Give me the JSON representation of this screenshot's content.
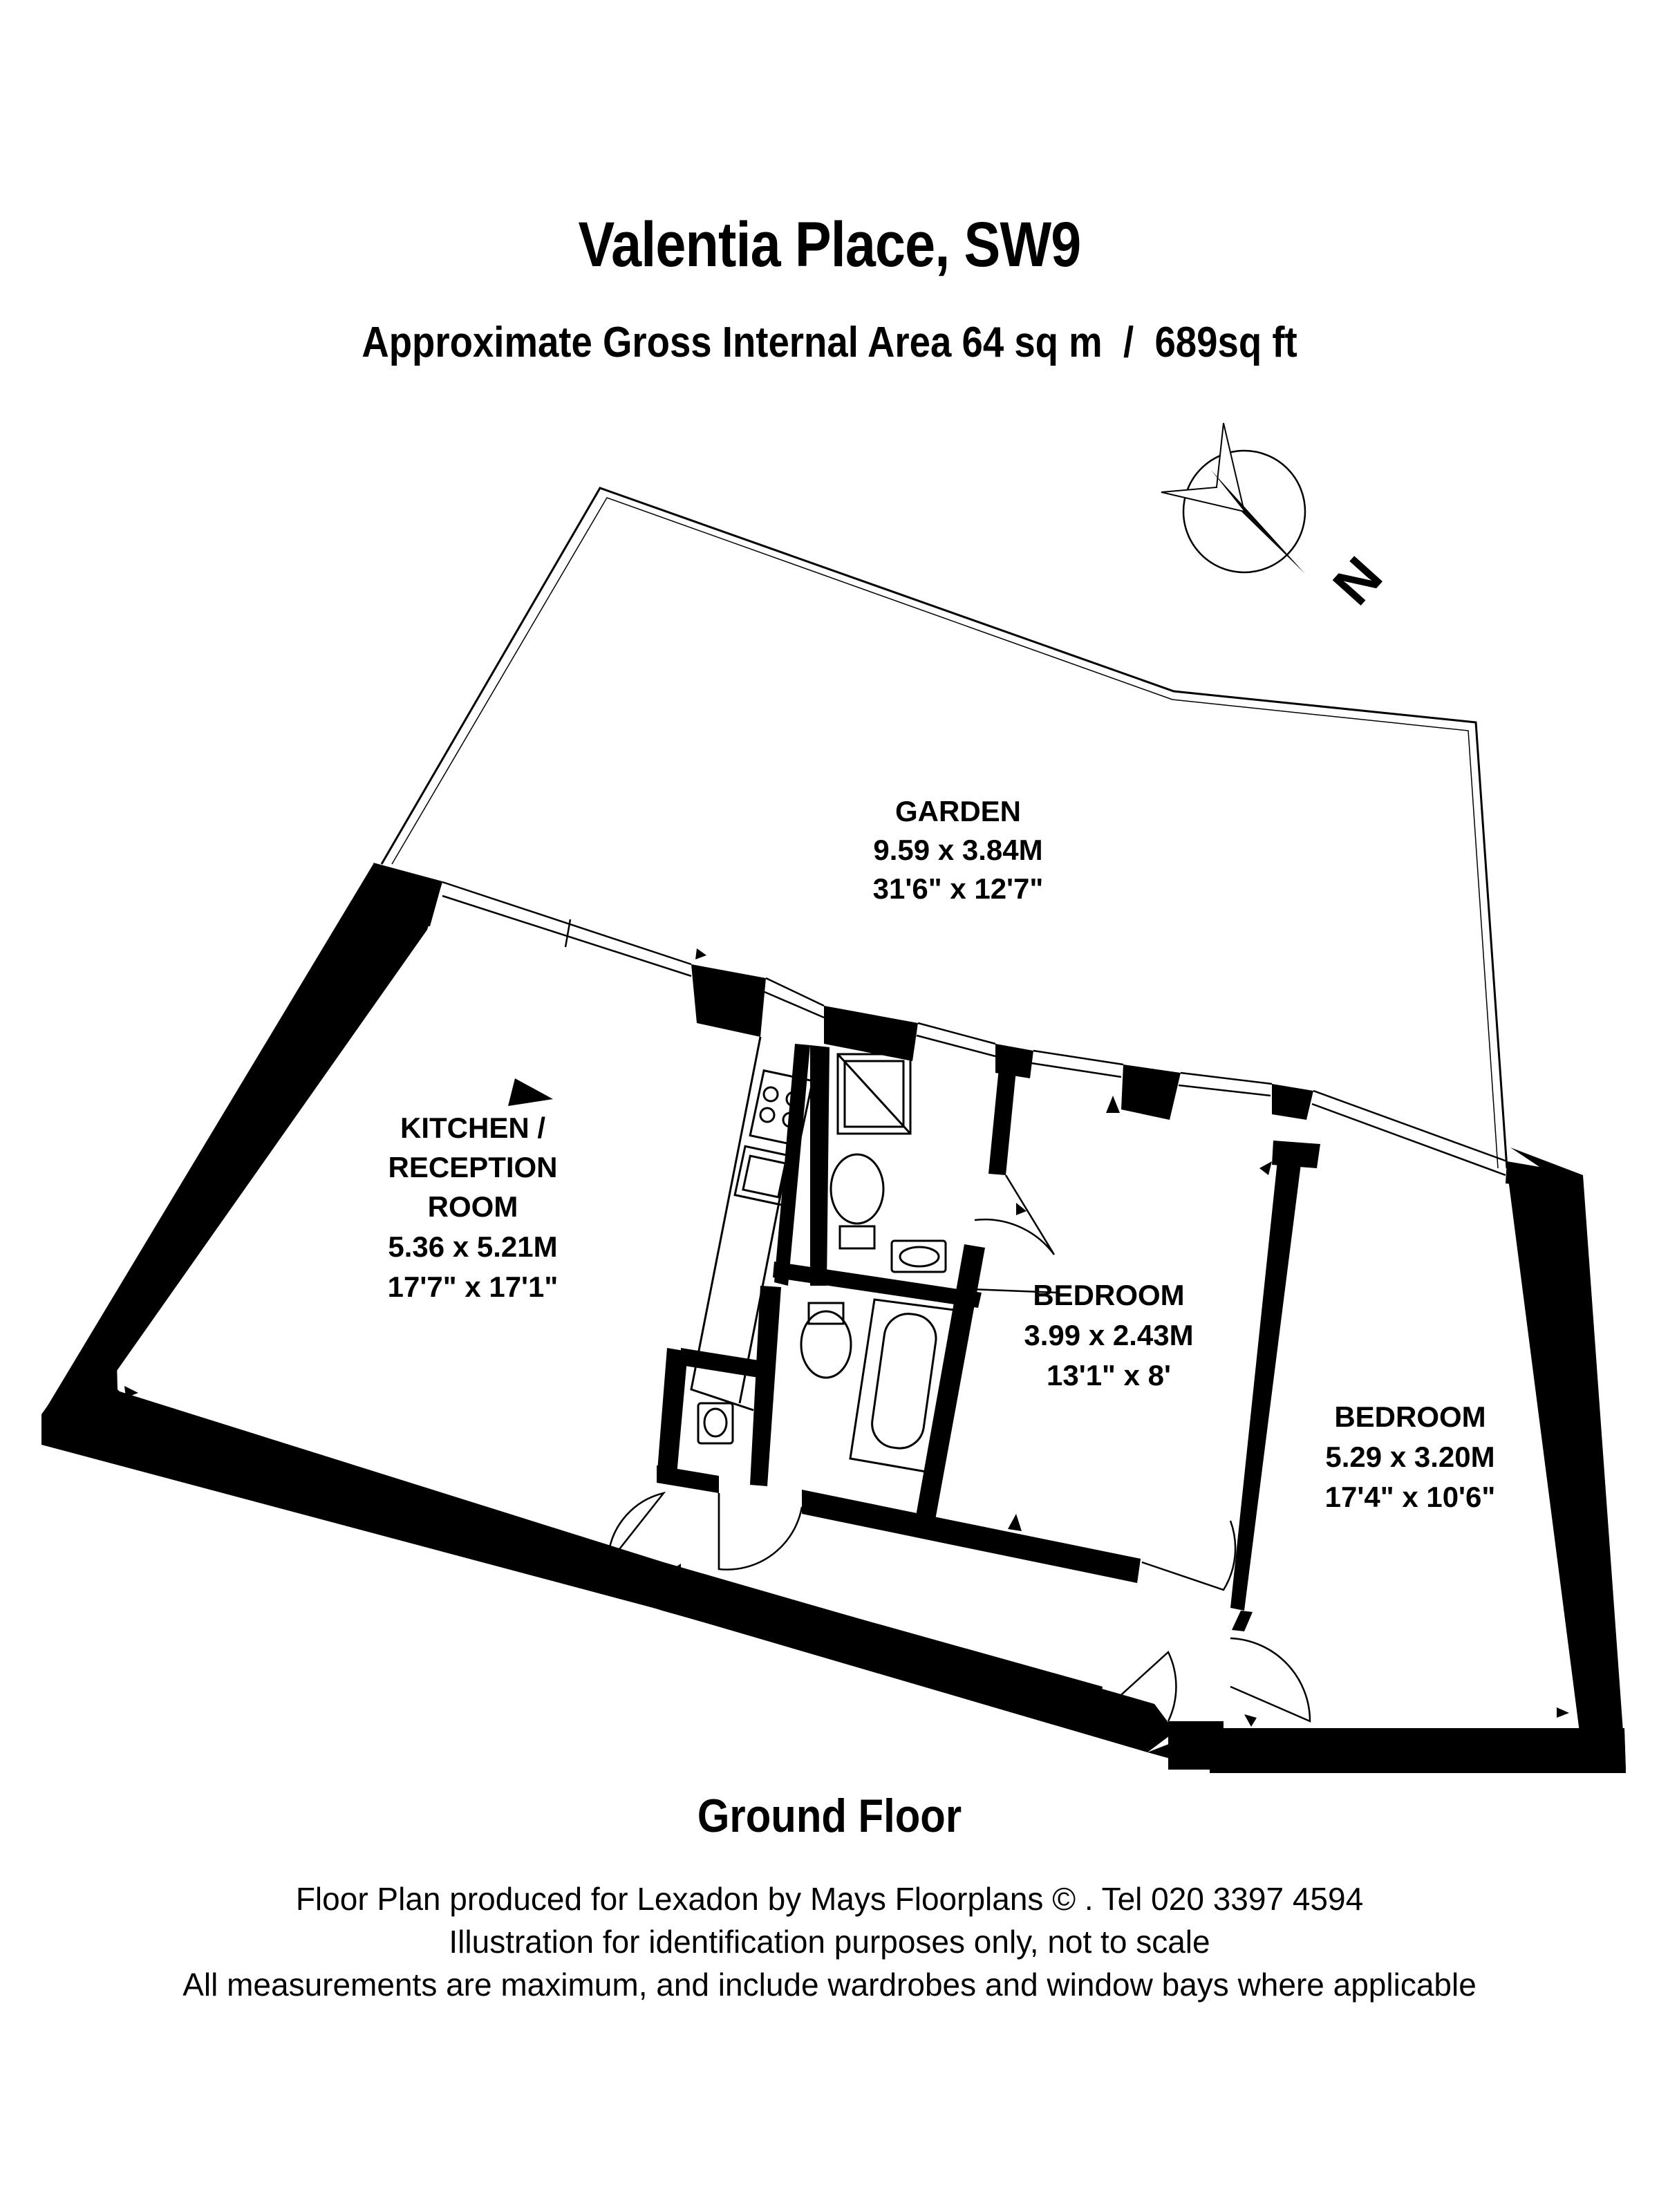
{
  "header": {
    "title": "Valentia Place, SW9",
    "area_line": "Approximate Gross Internal Area 64 sq m  /  689sq ft"
  },
  "compass": {
    "label": "N"
  },
  "rooms": [
    {
      "name": "GARDEN",
      "metric": "9.59 x 3.84M",
      "imperial": "31'6\" x 12'7\""
    },
    {
      "name_line1": "KITCHEN /",
      "name_line2": "RECEPTION",
      "name_line3": "ROOM",
      "metric": "5.36 x 5.21M",
      "imperial": "17'7\" x 17'1\""
    },
    {
      "name": "BEDROOM",
      "metric": "3.99 x 2.43M",
      "imperial": "13'1\" x 8'"
    },
    {
      "name": "BEDROOM",
      "metric": "5.29 x 3.20M",
      "imperial": "17'4\" x 10'6\""
    }
  ],
  "floor_label": "Ground Floor",
  "footer": {
    "line1": "Floor Plan produced for Lexadon by Mays Floorplans  © . Tel 020 3397 4594",
    "line2": "Illustration for identification purposes only, not to scale",
    "line3": "All measurements are maximum, and include wardrobes and window bays where applicable"
  }
}
